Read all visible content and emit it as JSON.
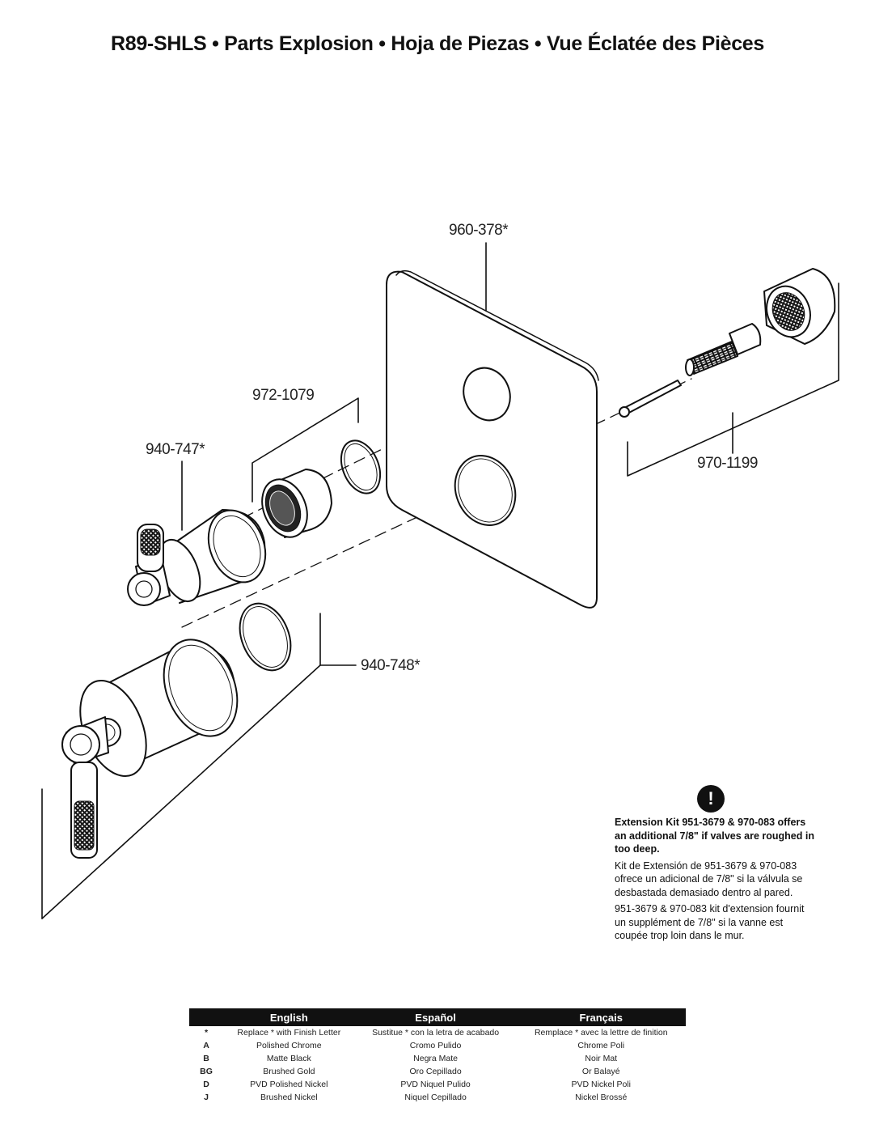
{
  "title": "R89-SHLS • Parts Explosion • Hoja de Piezas • Vue Éclatée des Pièces",
  "callouts": {
    "trim_plate": "960-378*",
    "cartridge_kit": "972-1079",
    "diverter_handle": "940-747*",
    "volume_handle": "940-748*",
    "extension_kit": "970-1199"
  },
  "warning": {
    "icon": "exclamation-icon",
    "symbol": "!",
    "english": "Extension Kit 951-3679 & 970-083 offers an additional 7/8\" if valves are roughed in too deep.",
    "spanish": "Kit de Extensión de 951-3679 & 970-083 ofrece un adicional de 7/8\" si la válvula se desbastada demasiado dentro al pared.",
    "french": "951-3679 & 970-083 kit d'extension fournit un supplément de 7/8\" si la vanne est coupée trop loin dans le mur."
  },
  "finish_table": {
    "headers": [
      "",
      "English",
      "Español",
      "Français"
    ],
    "rows": [
      [
        "*",
        "Replace * with Finish Letter",
        "Sustitue * con la letra de acabado",
        "Remplace * avec la lettre de finition"
      ],
      [
        "A",
        "Polished Chrome",
        "Cromo Pulido",
        "Chrome Poli"
      ],
      [
        "B",
        "Matte Black",
        "Negra Mate",
        "Noir Mat"
      ],
      [
        "BG",
        "Brushed Gold",
        "Oro Cepillado",
        "Or Balayé"
      ],
      [
        "D",
        "PVD Polished Nickel",
        "PVD Niquel Pulido",
        "PVD Nickel Poli"
      ],
      [
        "J",
        "Brushed Nickel",
        "Niquel Cepillado",
        "Nickel Brossé"
      ]
    ]
  }
}
